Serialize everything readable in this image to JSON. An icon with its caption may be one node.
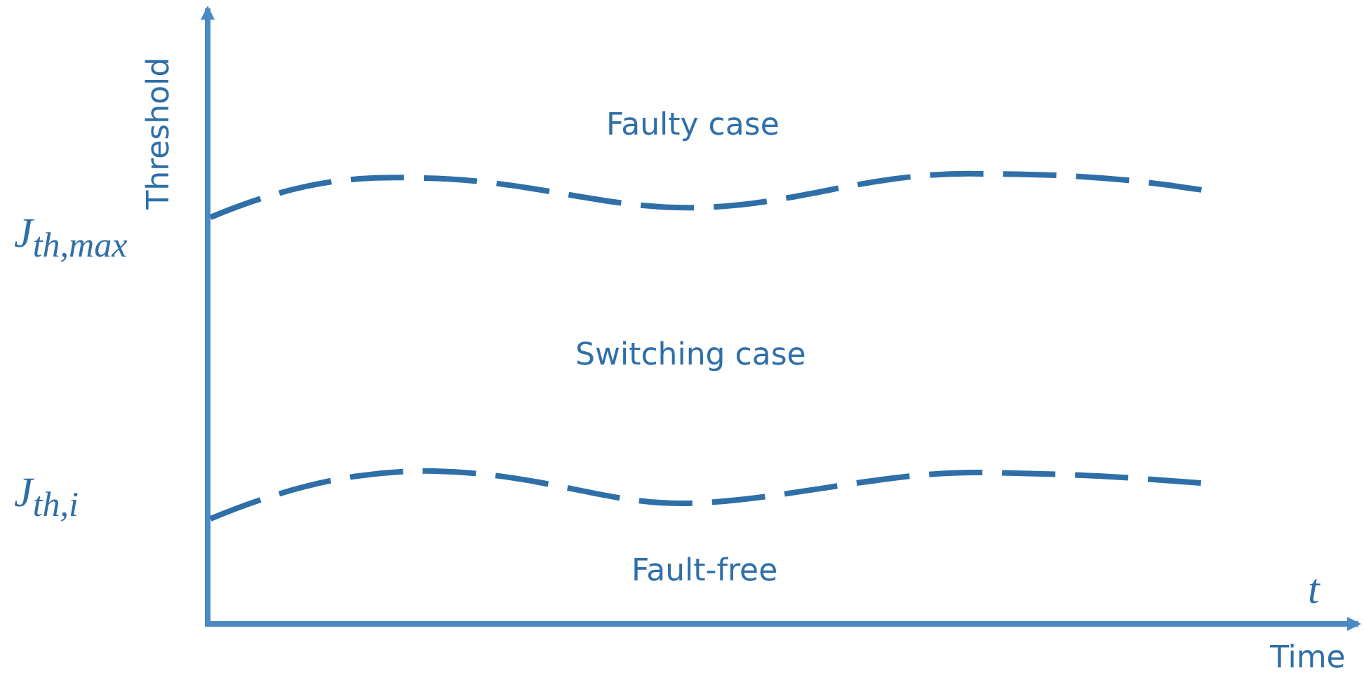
{
  "diagram": {
    "labels": [
      "Threshold",
      "Faulty case",
      "J$_{th,max}$",
      "Switching case",
      "J$_{th,i}$",
      "Fault-free",
      "t",
      "Time"
    ]
  }
}
